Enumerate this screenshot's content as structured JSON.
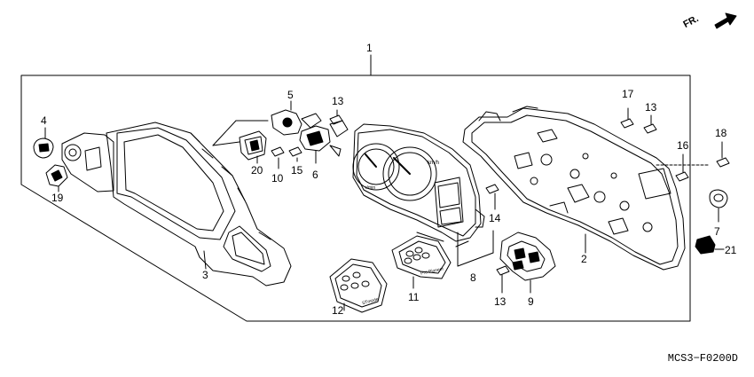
{
  "diagram": {
    "direction_marker": "FR.",
    "drawing_code": "MCS3−F0200D",
    "callouts": {
      "p1": "1",
      "p2": "2",
      "p3": "3",
      "p4": "4",
      "p5": "5",
      "p6": "6",
      "p7": "7",
      "p8": "8",
      "p9": "9",
      "p10": "10",
      "p11": "11",
      "p12": "12",
      "p13a": "13",
      "p13b": "13",
      "p13c": "13",
      "p14": "14",
      "p15": "15",
      "p16": "16",
      "p17": "17",
      "p18": "18",
      "p19": "19",
      "p20": "20",
      "p21": "21"
    },
    "dial_texts": {
      "speed_unit": "km/h",
      "rpm_unit": "r/min"
    },
    "panel_texts": {
      "p11_text": "Pro Pioneer",
      "p12_text": "STmode"
    }
  }
}
